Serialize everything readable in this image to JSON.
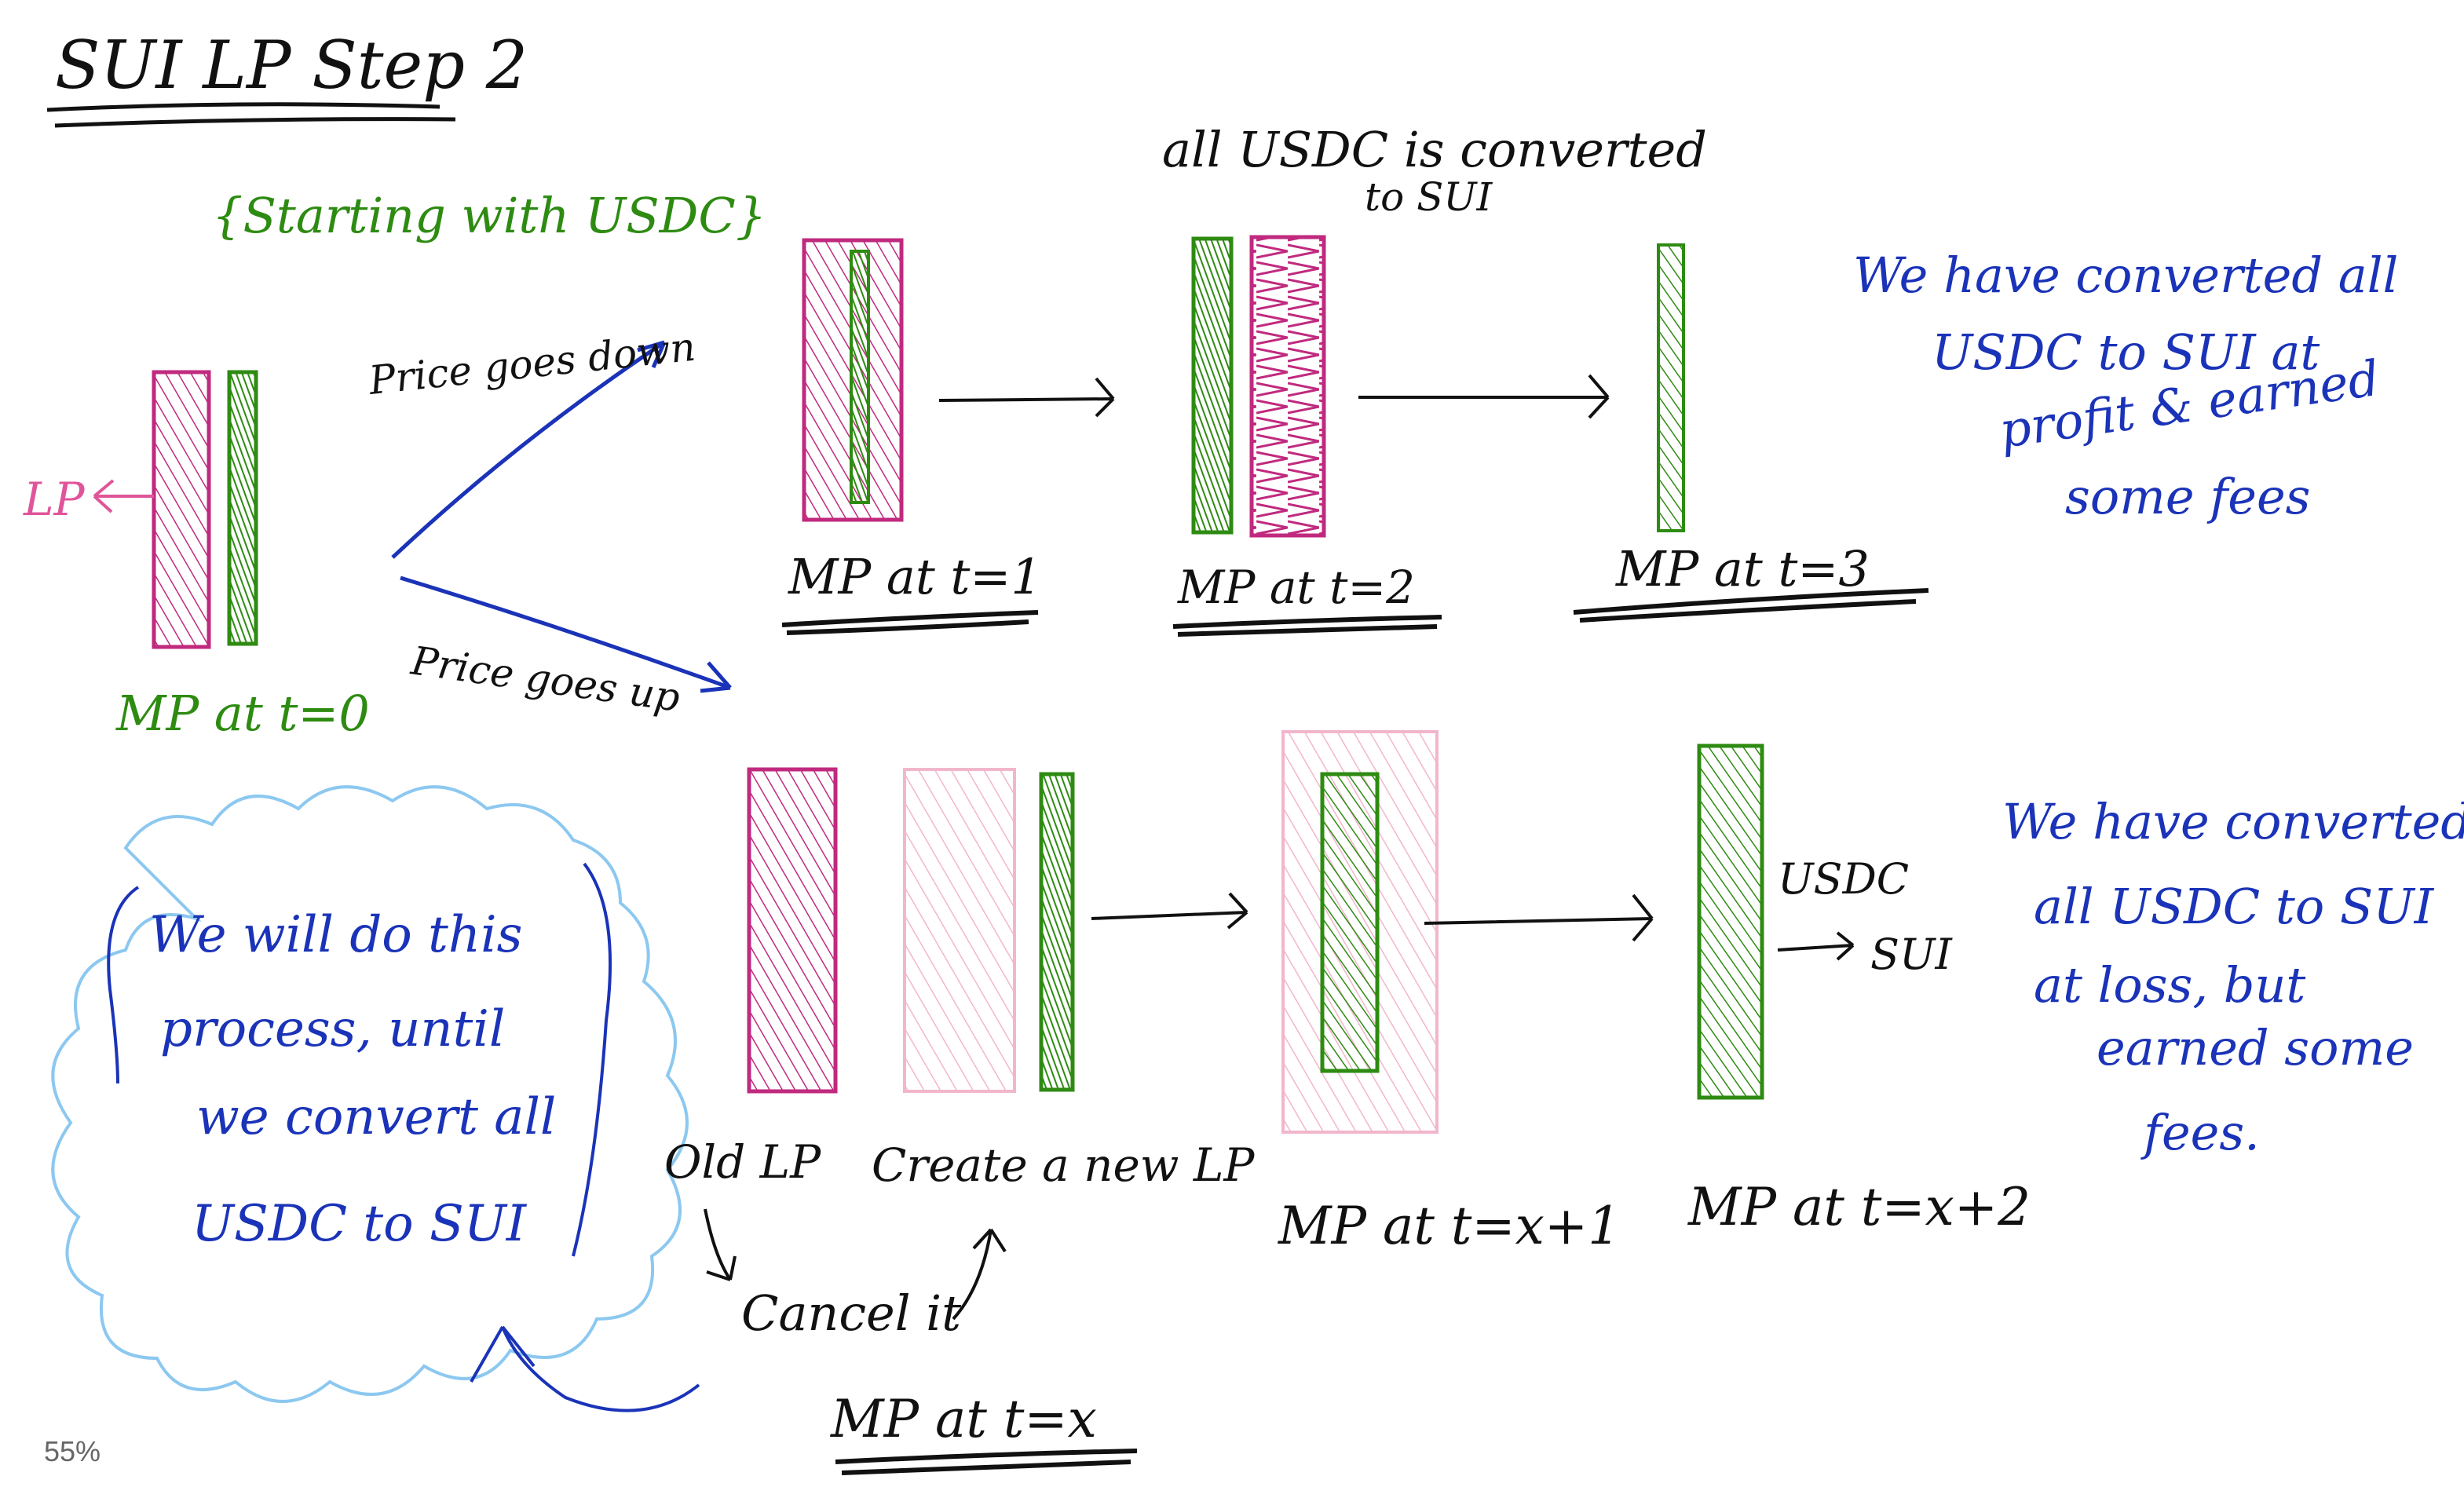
{
  "title": "SUI LP Step 2",
  "subtitle": "{Starting with USDC}",
  "lp_label": "LP",
  "t0_label": "MP at t=0",
  "price_down": "Price goes down",
  "price_up": "Price goes up",
  "t1_label": "MP at t=1",
  "t2_note_line1": "all USDC is converted",
  "t2_note_line2": "to SUI",
  "t2_label": "MP at t=2",
  "t3_label": "MP at t=3",
  "profit_note": [
    "We have converted all",
    "USDC to SUI at",
    "profit & earned",
    "some fees"
  ],
  "cloud_note": [
    "We will do this",
    "process, until",
    "we convert all",
    "USDC to SUI"
  ],
  "old_lp": "Old LP",
  "create_new_lp": "Create a new LP",
  "cancel_it": "Cancel it",
  "tx_label": "MP at t=x",
  "tx1_label": "MP at t=x+1",
  "tx2_label": "MP at t=x+2",
  "usdc_sui_line1": "USDC",
  "usdc_sui_line2": "SUI",
  "loss_note": [
    "We have converted",
    "all USDC to SUI",
    "at loss, but",
    "earned some",
    "fees."
  ],
  "zoom_level": "55%",
  "colors": {
    "ink": "#111111",
    "blue": "#1a33b8",
    "green": "#2e8b12",
    "magenta": "#c02a7e",
    "pink": "#f2b6cc",
    "lightblue": "#8cc8f0",
    "lp_pink": "#e0559a"
  }
}
